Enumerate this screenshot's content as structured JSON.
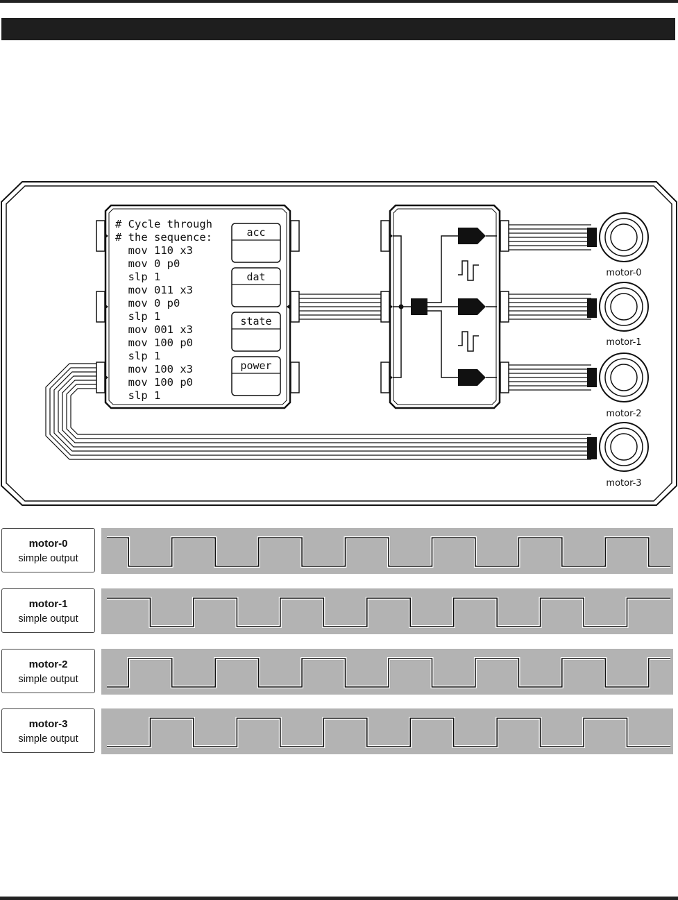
{
  "program": {
    "code_lines": [
      "# Cycle through",
      "# the sequence:",
      "  mov 110 x3",
      "  mov 0 p0",
      "  slp 1",
      "  mov 011 x3",
      "  mov 0 p0",
      "  slp 1",
      "  mov 001 x3",
      "  mov 100 p0",
      "  slp 1",
      "  mov 100 x3",
      "  mov 100 p0",
      "  slp 1"
    ],
    "registers": [
      "acc",
      "dat",
      "state",
      "power"
    ]
  },
  "motors": [
    {
      "label": "motor-0"
    },
    {
      "label": "motor-1"
    },
    {
      "label": "motor-2"
    },
    {
      "label": "motor-3"
    }
  ],
  "traces": [
    {
      "name": "motor-0",
      "type": "simple output",
      "start_high": true,
      "initial_len": 1,
      "segment_len": 2,
      "total_units": 26
    },
    {
      "name": "motor-1",
      "type": "simple output",
      "start_high": true,
      "initial_len": 2,
      "segment_len": 2,
      "total_units": 26
    },
    {
      "name": "motor-2",
      "type": "simple output",
      "start_high": false,
      "initial_len": 1,
      "segment_len": 2,
      "total_units": 26
    },
    {
      "name": "motor-3",
      "type": "simple output",
      "start_high": false,
      "initial_len": 2,
      "segment_len": 2,
      "total_units": 26
    }
  ],
  "colors": {
    "trace_background": "#b3b3b3",
    "line": "#111111",
    "panel_fill": "#ffffff"
  }
}
